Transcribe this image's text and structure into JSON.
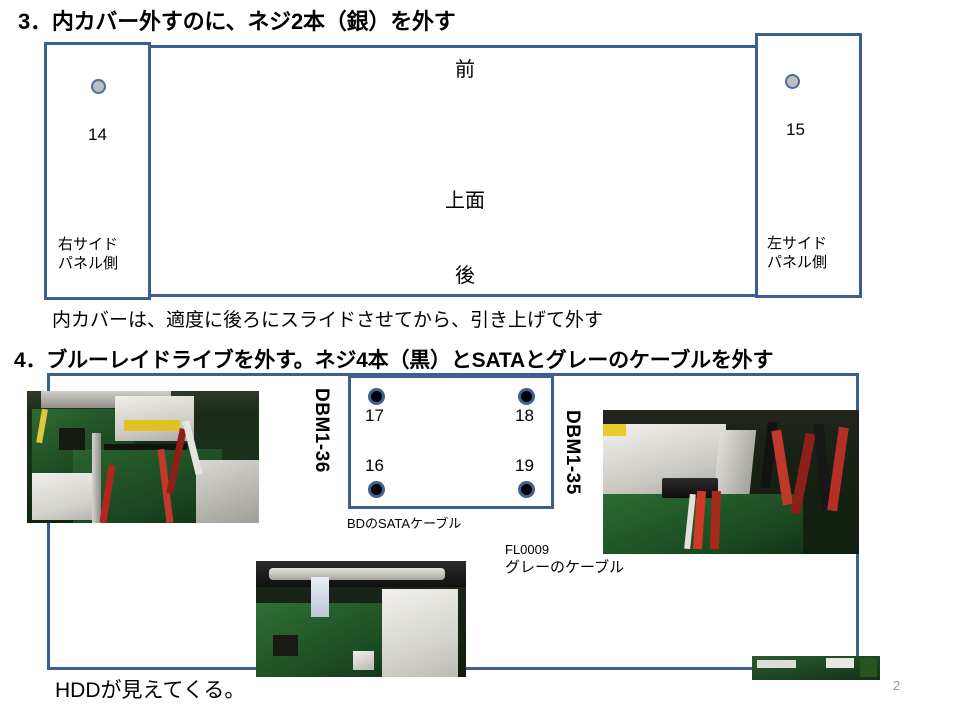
{
  "slide": {
    "page_number": "2",
    "accent_color": "#3c5f91",
    "screw_silver_color": "#bfbfbf",
    "screw_black_color": "#000000"
  },
  "section3": {
    "heading": "3．内カバー外すのに、ネジ2本（銀）を外す",
    "note": "内カバーは、適度に後ろにスライドさせてから、引き上げて外す",
    "orientation": {
      "front": "前",
      "top": "上面",
      "back": "後"
    },
    "right_panel": {
      "label": "右サイド\nパネル側",
      "label_line1": "右サイド",
      "label_line2": "パネル側",
      "screw_number": "14"
    },
    "left_panel": {
      "label_line1": "左サイド",
      "label_line2": "パネル側",
      "screw_number": "15"
    }
  },
  "section4": {
    "heading": "4．ブルーレイドライブを外す。ネジ4本（黒）とSATAとグレーのケーブルを外す",
    "note": "HDDが見えてくる。",
    "dbm_left": "DBM1-36",
    "dbm_right": "DBM1-35",
    "screws": {
      "top_left": "17",
      "top_right": "18",
      "bottom_left": "16",
      "bottom_right": "19"
    },
    "labels": {
      "bd_sata_cable": "BDのSATAケーブル",
      "fl0009": "FL0009",
      "gray_cable": "グレーのケーブル"
    },
    "photos": {
      "photo1_name": "motherboard-overview-photo",
      "photo2_name": "sata-connector-closeup-photo",
      "photo3_name": "hdd-visible-photo",
      "photo4_name": "pcb-strip-photo"
    }
  }
}
